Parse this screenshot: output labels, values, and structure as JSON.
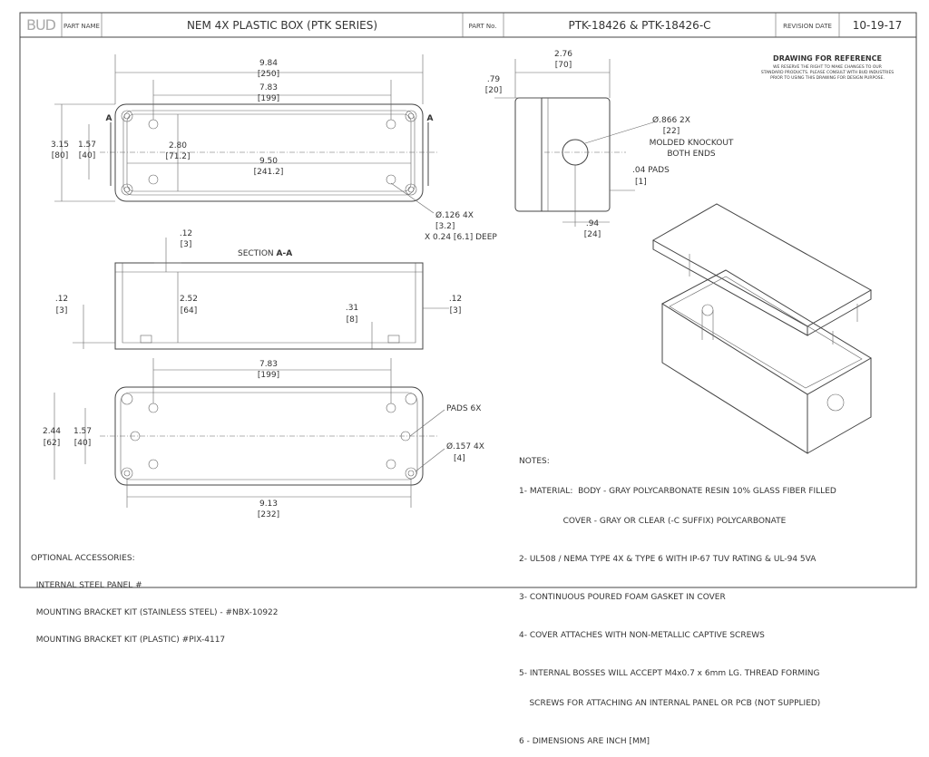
{
  "title_block": {
    "logo": "BUD",
    "part_name_label": "PART NAME",
    "part_name": "NEM 4X PLASTIC BOX (PTK SERIES)",
    "part_no_label": "PART No.",
    "part_no": "PTK-18426 & PTK-18426-C",
    "revision_label": "REVISION DATE",
    "revision_date": "10-19-17"
  },
  "reference": {
    "heading": "DRAWING FOR REFERENCE",
    "line1": "WE RESERVE THE RIGHT TO MAKE CHANGES TO OUR",
    "line2": "STANDARD PRODUCTS. PLEASE CONSULT WITH BUD INDUSTRIES",
    "line3": "PRIOR TO USING THIS DRAWING FOR DESIGN PURPOSE."
  },
  "dims": {
    "overall_len": "9.84",
    "overall_len_mm": "[250]",
    "boss_len": "7.83",
    "boss_len_mm": "[199]",
    "inner_w": "2.80",
    "inner_w_mm": "[71.2]",
    "hole_len": "9.50",
    "hole_len_mm": "[241.2]",
    "overall_w": "3.15",
    "overall_w_mm": "[80]",
    "boss_w": "1.57",
    "boss_w_mm": "[40]",
    "hole_a": "Ø.126 4X",
    "hole_b": "[3.2]",
    "hole_c": "X 0.24 [6.1] DEEP",
    "section_mark": "A",
    "height": "2.76",
    "height_mm": "[70]",
    "cover_h": ".79",
    "cover_h_mm": "[20]",
    "ko_a": "Ø.866 2X",
    "ko_b": "[22]",
    "ko_c": "MOLDED KNOCKOUT",
    "ko_d": "BOTH ENDS",
    "pads_h": ".04 PADS",
    "pads_h_mm": "[1]",
    "ko_pos": ".94",
    "ko_pos_mm": "[24]",
    "wall_top": ".12",
    "wall_top_mm": "[3]",
    "section_label": "SECTION ",
    "section_id": "A-A",
    "inner_h": "2.52",
    "inner_h_mm": "[64]",
    "wall_l": ".12",
    "wall_l_mm": "[3]",
    "pad": ".31",
    "pad_mm": "[8]",
    "wall_r": ".12",
    "wall_r_mm": "[3]",
    "b_boss_len": "7.83",
    "b_boss_len_mm": "[199]",
    "b_w": "2.44",
    "b_w_mm": "[62]",
    "b_boss_w": "1.57",
    "b_boss_w_mm": "[40]",
    "pads_count": "PADS 6X",
    "mount_hole": "Ø.157 4X",
    "mount_hole_mm": "[4]",
    "b_len": "9.13",
    "b_len_mm": "[232]"
  },
  "notes": {
    "heading": "NOTES:",
    "n1a": "1- MATERIAL:  BODY - GRAY POLYCARBONATE RESIN 10% GLASS FIBER FILLED",
    "n1b": "                 COVER - GRAY OR CLEAR (-C SUFFIX) POLYCARBONATE",
    "n2": "2- UL508 / NEMA TYPE 4X & TYPE 6 WITH IP-67 TUV RATING & UL-94 5VA",
    "n3": "3- CONTINUOUS POURED FOAM GASKET IN COVER",
    "n4": "4- COVER ATTACHES WITH NON-METALLIC CAPTIVE SCREWS",
    "n5a": "5- INTERNAL BOSSES WILL ACCEPT M4x0.7 x 6mm LG. THREAD FORMING",
    "n5b": "    SCREWS FOR ATTACHING AN INTERNAL PANEL OR PCB (NOT SUPPLIED)",
    "n6": "6 - DIMENSIONS ARE INCH [MM]"
  },
  "accessories": {
    "heading": "OPTIONAL ACCESSORIES:",
    "a1": "  INTERNAL STEEL PANEL #",
    "a2": "  MOUNTING BRACKET KIT (STAINLESS STEEL) - #NBX-10922",
    "a3": "  MOUNTING BRACKET KIT (PLASTIC) #PIX-4117"
  }
}
